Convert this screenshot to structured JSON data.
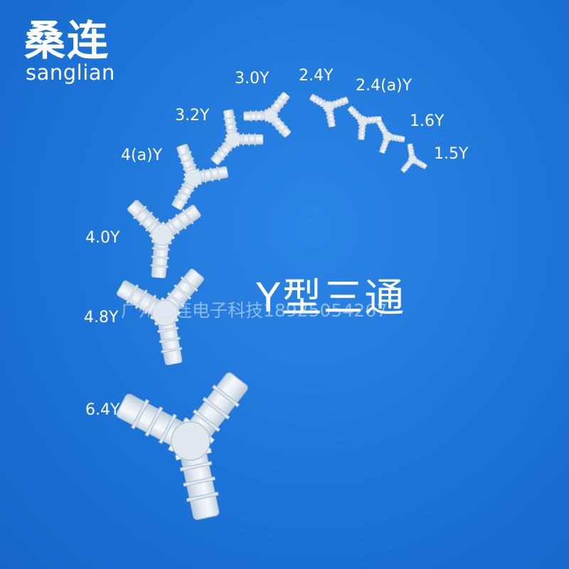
{
  "brand": {
    "name_cn": "桑连",
    "name_en": "sanglian"
  },
  "product": {
    "title": "Y型三通"
  },
  "watermark": {
    "text": "广州桑连电子科技18925054267"
  },
  "sizes": [
    {
      "key": "3.0",
      "label": "3.0Y"
    },
    {
      "key": "2.4",
      "label": "2.4Y"
    },
    {
      "key": "2.4a",
      "label": "2.4(a)Y"
    },
    {
      "key": "3.2",
      "label": "3.2Y"
    },
    {
      "key": "1.6",
      "label": "1.6Y"
    },
    {
      "key": "1.5",
      "label": "1.5Y"
    },
    {
      "key": "4a",
      "label": "4(a)Y"
    },
    {
      "key": "4.0",
      "label": "4.0Y"
    },
    {
      "key": "4.8",
      "label": "4.8Y"
    },
    {
      "key": "6.4",
      "label": "6.4Y"
    }
  ],
  "colors": {
    "background": "#1d74d8",
    "text": "#ffffff",
    "fitting": "#dfe7ef"
  }
}
